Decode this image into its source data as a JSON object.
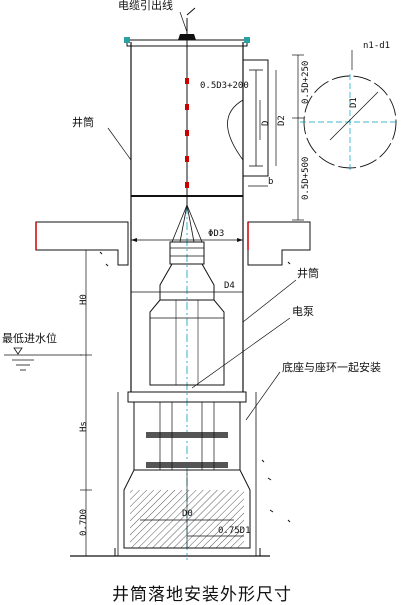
{
  "labels": {
    "cable_outlet": "电缆引出线",
    "well_shaft_top": "井筒",
    "well_shaft_mid": "井筒",
    "pump": "电泵",
    "min_water_level": "最低进水位",
    "base_note": "底座与座环一起安装"
  },
  "dimensions": {
    "n1_d1": "n1-d1",
    "d1": "D1",
    "half_d3_plus_200": "0.5D3+200",
    "half_d_plus_250": "0.5D+250",
    "half_d_plus_500": "0.5D+500",
    "d": "D",
    "d2": "D2",
    "b": "b",
    "phi_d3": "ΦD3",
    "d4": "D4",
    "h0": "H0",
    "hs": "Hs",
    "seven_d0": "0.7D0",
    "d0": "D0",
    "seven_d1": "0.75D1"
  },
  "caption": "井筒落地安装外形尺寸",
  "colors": {
    "line": "#111111",
    "accent_red": "#cc0000",
    "centerline": "#00a0c0"
  }
}
